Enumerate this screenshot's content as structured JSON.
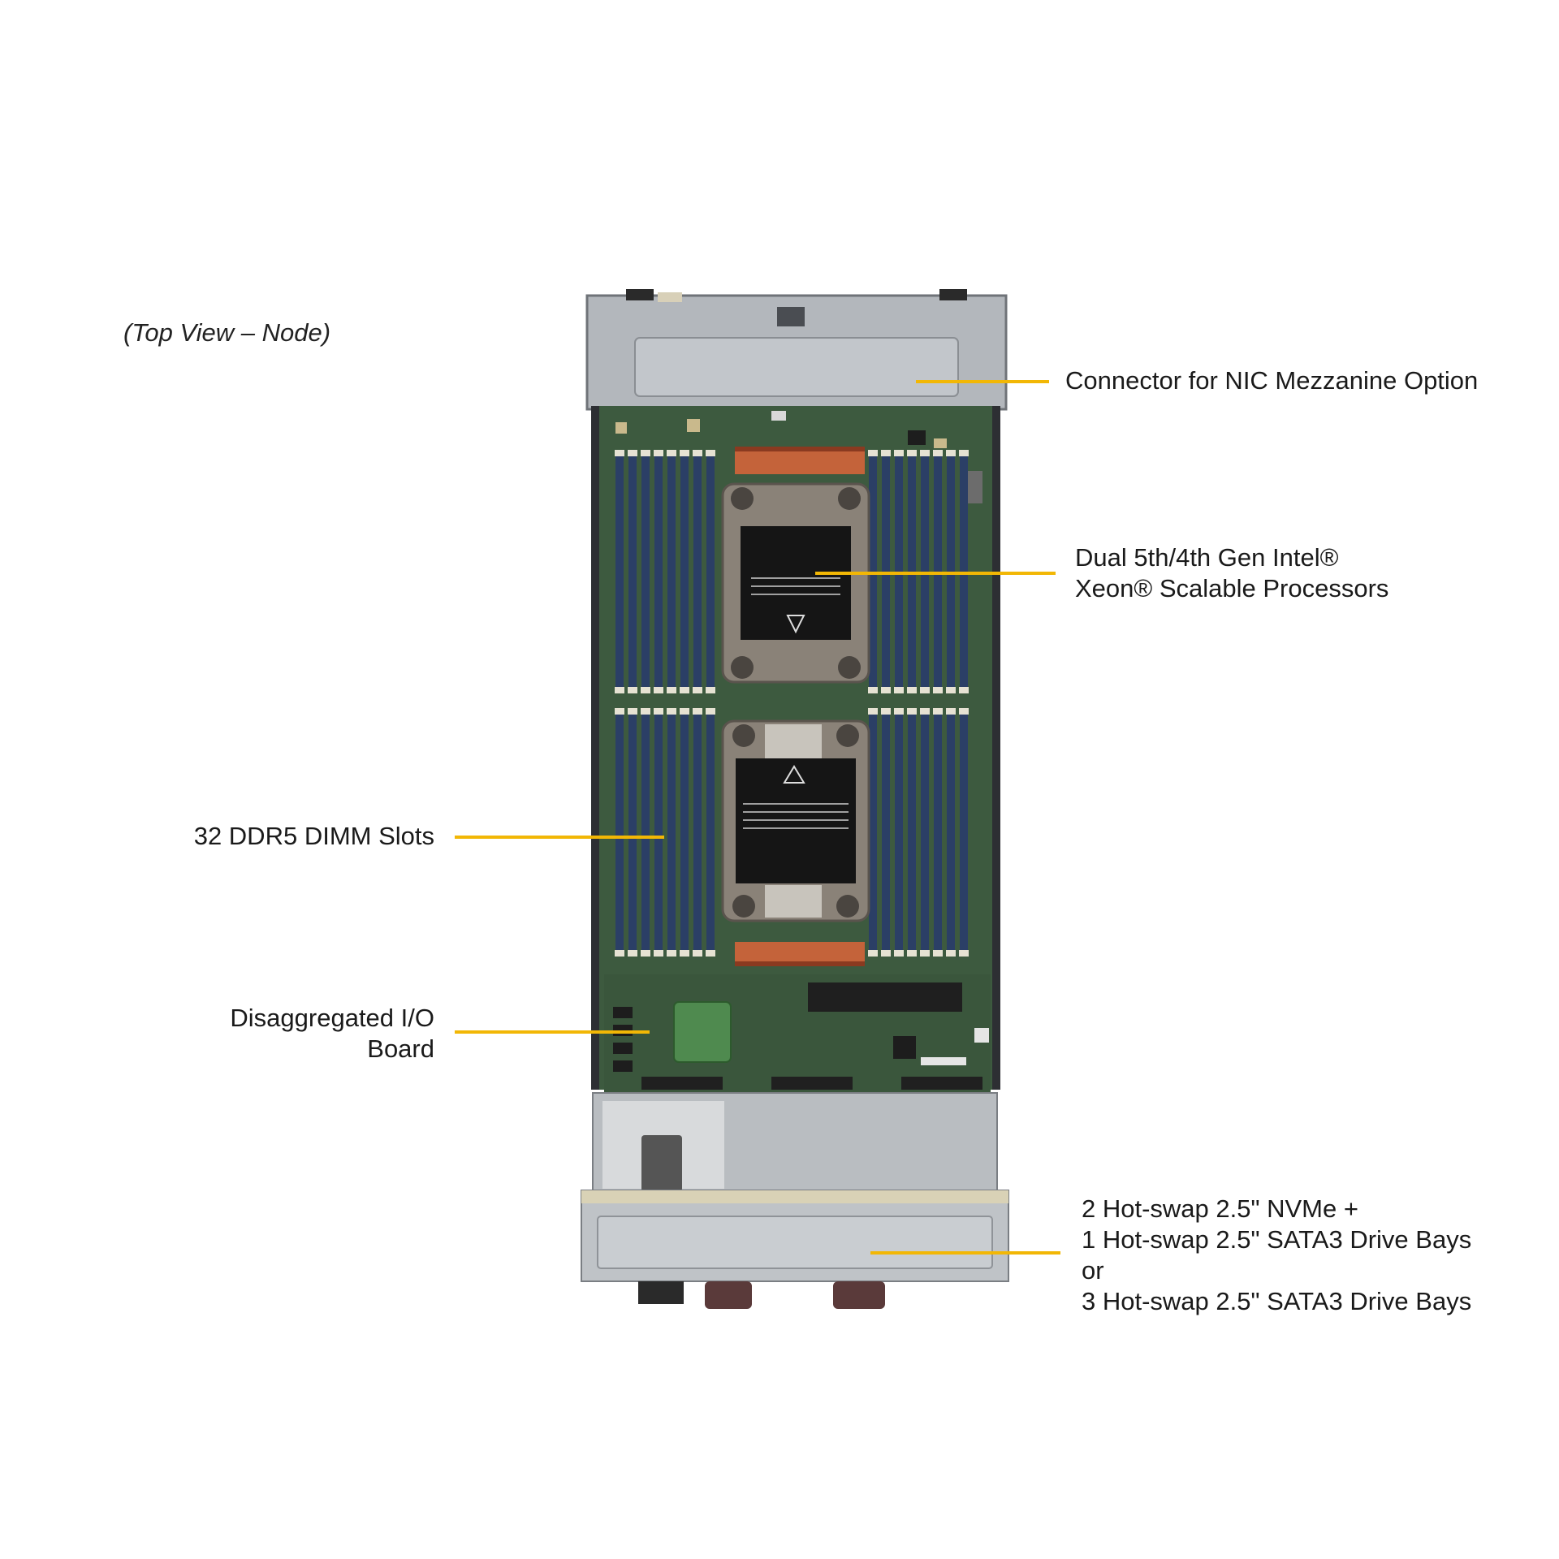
{
  "view_title": "(Top View – Node)",
  "callouts": {
    "nic": {
      "lines": [
        "Connector for NIC Mezzanine Option"
      ]
    },
    "cpu": {
      "lines": [
        "Dual 5th/4th Gen Intel®",
        "Xeon® Scalable Processors"
      ]
    },
    "dimm": {
      "lines": [
        "32 DDR5 DIMM Slots"
      ]
    },
    "io": {
      "lines": [
        "Disaggregated I/O",
        "Board"
      ]
    },
    "drives": {
      "lines": [
        "2 Hot-swap 2.5\" NVMe +",
        "1 Hot-swap 2.5\" SATA3 Drive Bays",
        "or",
        "3 Hot-swap 2.5\" SATA3 Drive Bays"
      ]
    }
  },
  "colors": {
    "callout_line": "#f2b705",
    "pcb": "#3d5a3f",
    "chassis": "#a9adb2",
    "dimm": "#2b3f66",
    "cpu_label": "#151515",
    "heatsink": "#8a8278",
    "vrm": "#c4633a"
  }
}
